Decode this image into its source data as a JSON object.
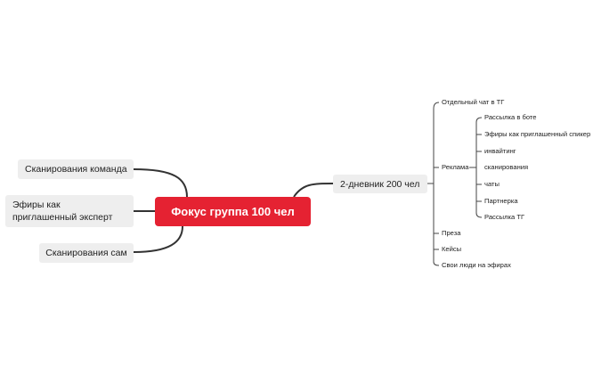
{
  "mindmap": {
    "root": {
      "label": "Фокус группа 100 чел"
    },
    "left_branches": [
      {
        "label": "Сканирования команда"
      },
      {
        "label": "Эфиры как приглашенный эксперт"
      },
      {
        "label": "Сканирования сам"
      }
    ],
    "right_branch": {
      "label": "2-дневник 200 чел",
      "children": [
        {
          "label": "Отдельный чат в ТГ"
        },
        {
          "label": "Реклама",
          "children": [
            {
              "label": "Рассылка в боте"
            },
            {
              "label": "Эфиры как приглашенный спикер"
            },
            {
              "label": "инвайтинг"
            },
            {
              "label": "сканирования"
            },
            {
              "label": "чаты"
            },
            {
              "label": "Партнерка"
            },
            {
              "label": "Рассылка ТГ"
            }
          ]
        },
        {
          "label": "Преза"
        },
        {
          "label": "Кейсы"
        },
        {
          "label": "Свои люди на эфирах"
        }
      ]
    }
  },
  "colors": {
    "root_fill": "#e52232",
    "root_text": "#ffffff",
    "branch_fill": "#eeeeee",
    "connector": "#333333"
  }
}
